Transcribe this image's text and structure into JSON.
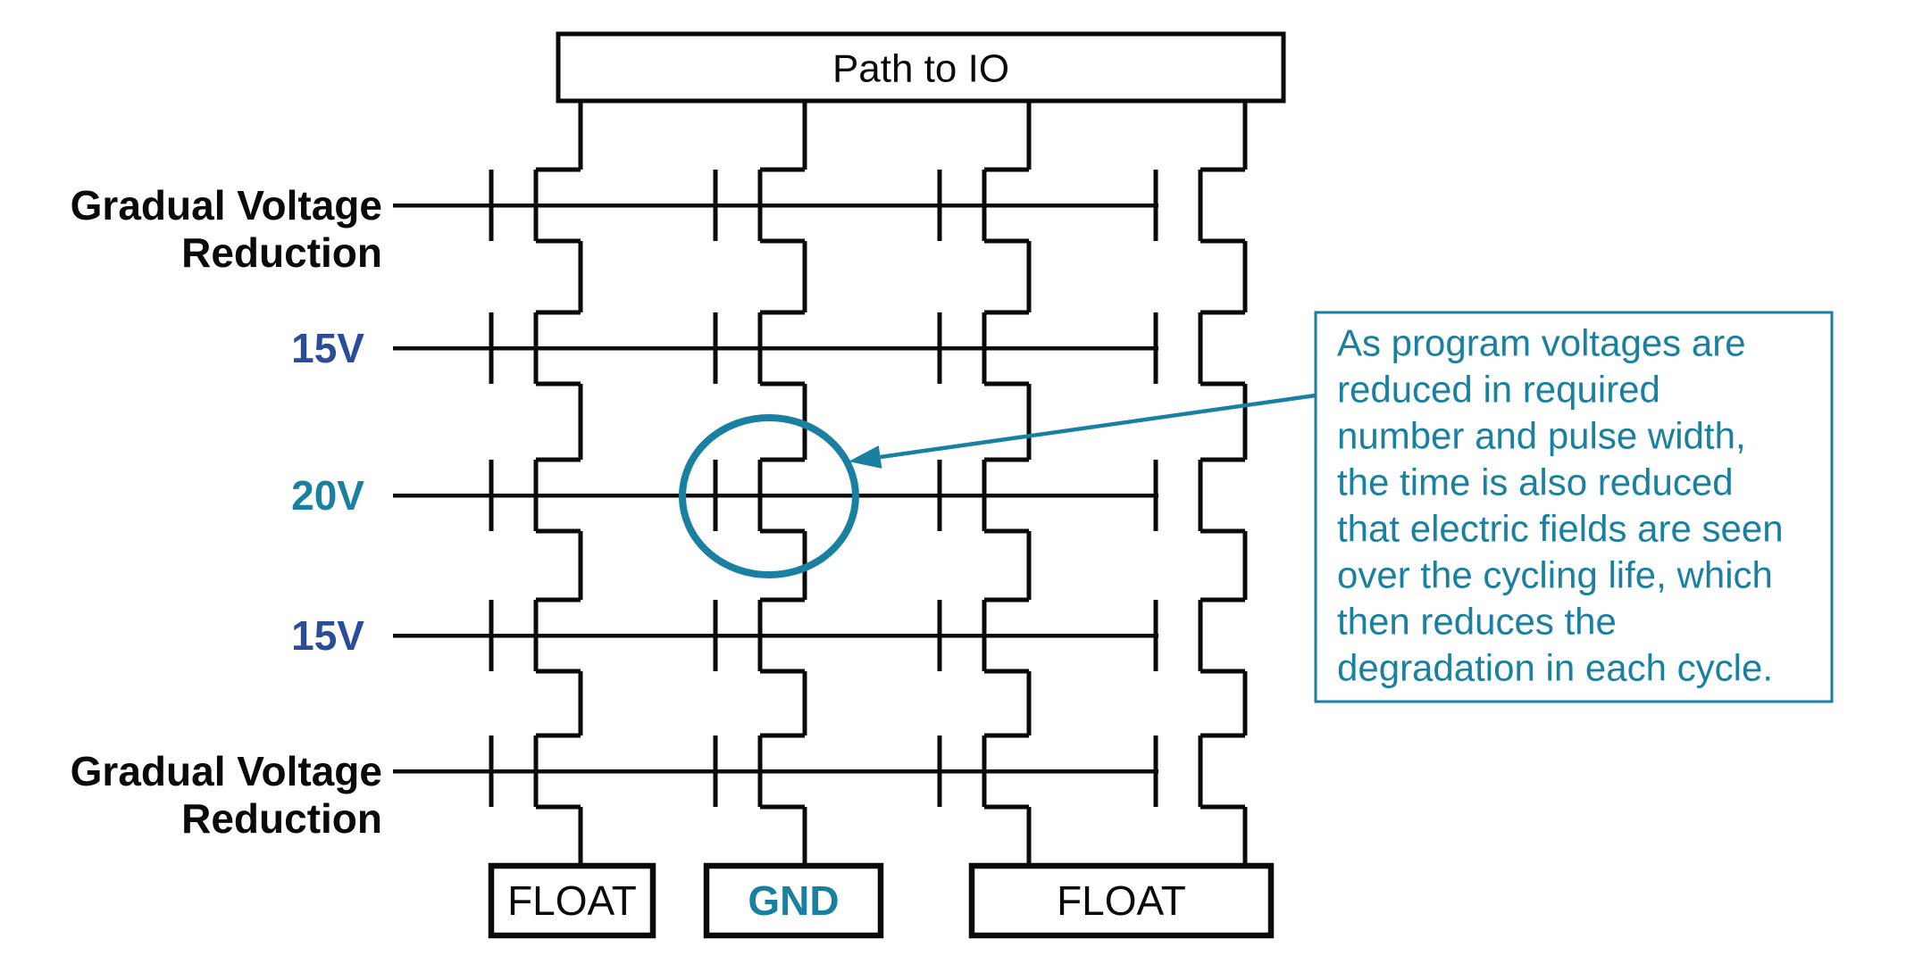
{
  "colors": {
    "ink": "#0a0a0a",
    "teal": "#1a80a2",
    "navy": "#2a4c9b",
    "white": "#ffffff"
  },
  "diagram": {
    "top_box_label": "Path to IO",
    "wordlines": [
      {
        "label_lines": [
          "Gradual Voltage",
          "Reduction"
        ],
        "color": "ink"
      },
      {
        "label_lines": [
          "15V"
        ],
        "color": "navy"
      },
      {
        "label_lines": [
          "20V"
        ],
        "color": "teal"
      },
      {
        "label_lines": [
          "15V"
        ],
        "color": "navy"
      },
      {
        "label_lines": [
          "Gradual Voltage",
          "Reduction"
        ],
        "color": "ink"
      }
    ],
    "terminals": [
      {
        "label": "FLOAT",
        "color": "ink",
        "bold": false
      },
      {
        "label": "GND",
        "color": "teal",
        "bold": true
      },
      {
        "label": "FLOAT",
        "color": "ink",
        "bold": false
      }
    ],
    "callout": {
      "lines": [
        "As program voltages are",
        "reduced in required",
        "number and pulse width,",
        "the time is also reduced",
        "that electric fields are seen",
        "over the cycling life, which",
        "then reduces the",
        "degradation in each cycle."
      ],
      "full_text": "As program voltages are reduced in required number and pulse width, the time is also reduced that electric fields are seen over the cycling life, which then reduces the degradation in each cycle."
    }
  }
}
